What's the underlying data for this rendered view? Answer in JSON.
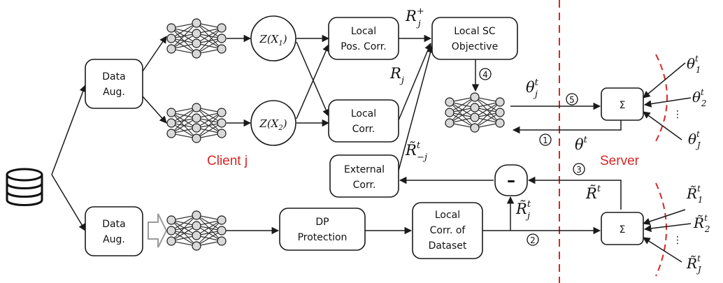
{
  "colors": {
    "accent_red": "#d62828",
    "arrow_grey": "#9a9a9a"
  },
  "icons": {
    "database": "database-icon",
    "neural_net": "neural-network-icon",
    "flow_arrow": "hollow-arrow-icon"
  },
  "regions": {
    "client": "Client j",
    "server": "Server"
  },
  "boxes": {
    "data_aug_top": [
      "Data",
      "Aug."
    ],
    "data_aug_bottom": [
      "Data",
      "Aug."
    ],
    "local_pos_corr": [
      "Local",
      "Pos. Corr."
    ],
    "local_corr": [
      "Local",
      "Corr."
    ],
    "local_sc_objective": [
      "Local SC",
      "Objective"
    ],
    "external_corr": [
      "External",
      "Corr."
    ],
    "dp_protection": [
      "DP",
      "Protection"
    ],
    "local_corr_dataset": [
      "Local",
      "Corr. of",
      "Dataset"
    ],
    "sum_top": "Σ",
    "sum_bottom": "Σ",
    "minus": "–"
  },
  "circles": {
    "z1": {
      "base": "Z(X",
      "sub": "1",
      "close": ")"
    },
    "z2": {
      "base": "Z(X",
      "sub": "2",
      "close": ")"
    }
  },
  "math": {
    "r_plus": {
      "base": "R",
      "sub": "j",
      "sup": "+"
    },
    "r_j": {
      "base": "R",
      "sub": "j"
    },
    "r_tilde_minus_j": {
      "base": "R̃",
      "sub": "−j",
      "sup": "t"
    },
    "r_tilde_j": {
      "base": "R̃",
      "sub": "j",
      "sup": "t"
    },
    "r_tilde_t": {
      "base": "R̃",
      "sup": "t"
    },
    "theta_j": {
      "base": "θ",
      "sub": "j",
      "sup": "t"
    },
    "theta_t": {
      "base": "θ",
      "sup": "t"
    },
    "theta_1": {
      "base": "θ",
      "sub": "1",
      "sup": "t"
    },
    "theta_2": {
      "base": "θ",
      "sub": "2",
      "sup": "t"
    },
    "theta_J": {
      "base": "θ",
      "sub": "J",
      "sup": "t"
    },
    "r_1": {
      "base": "R̃",
      "sub": "1",
      "sup": "t"
    },
    "r_2": {
      "base": "R̃",
      "sub": "2",
      "sup": "t"
    },
    "r_J": {
      "base": "R̃",
      "sub": "J",
      "sup": "t"
    }
  },
  "steps": {
    "s1": "①",
    "s2": "②",
    "s3": "③",
    "s4": "④",
    "s5": "⑤"
  },
  "ellipsis": "⋮"
}
